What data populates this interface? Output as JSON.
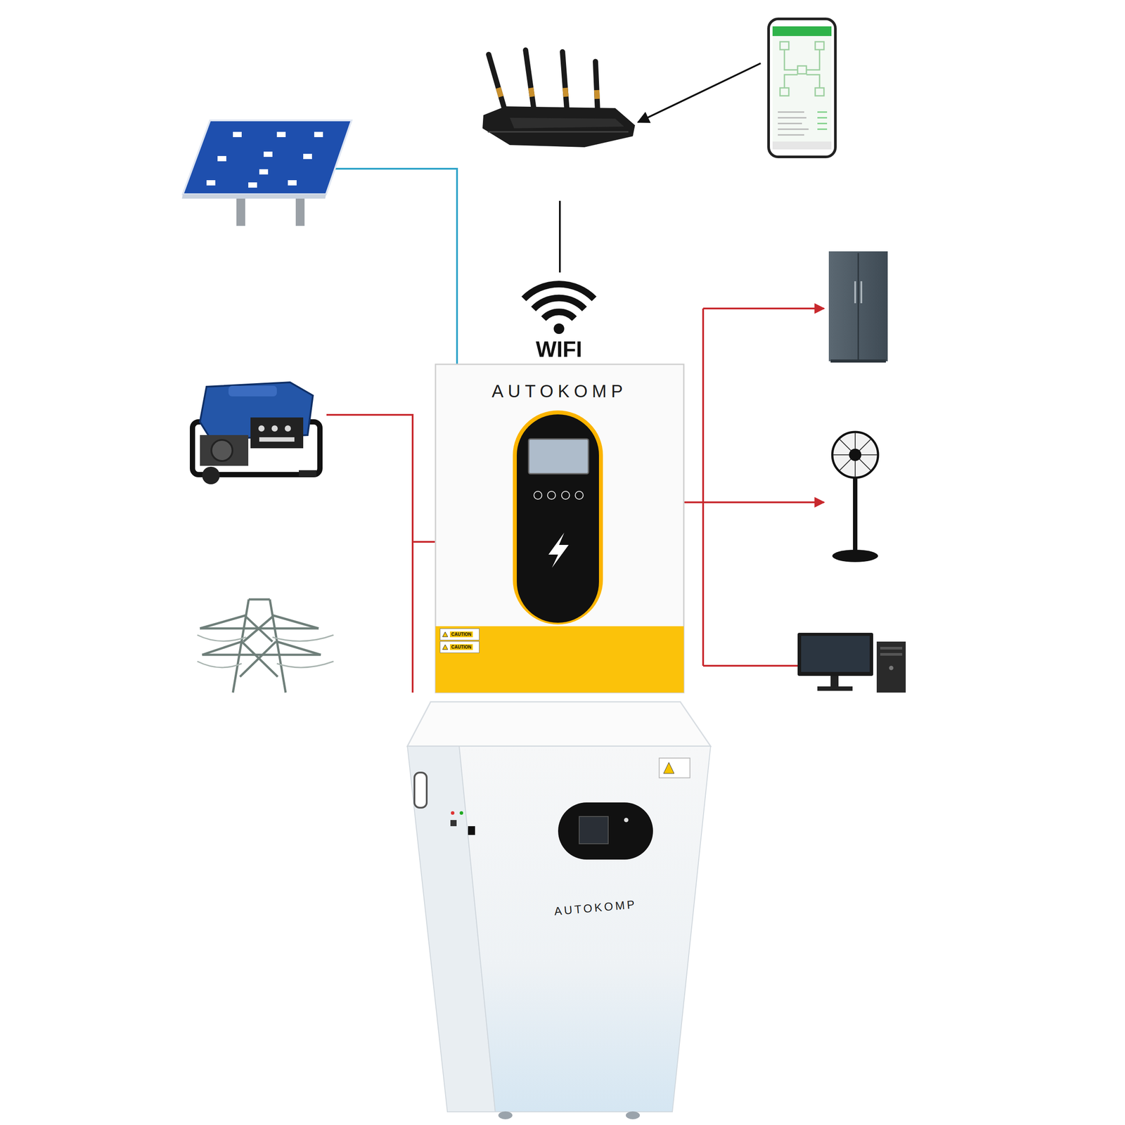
{
  "diagram": {
    "nodes": [
      {
        "text": [
          "AUTOKOMP"
        ]
      },
      {
        "text": [
          "CAUTION"
        ],
        "in": 0
      },
      {
        "text": [
          "CAUTION"
        ],
        "in": 0
      },
      {
        "text": [
          "AUTOKOMP"
        ]
      }
    ],
    "labels": [
      "WIFI"
    ]
  }
}
